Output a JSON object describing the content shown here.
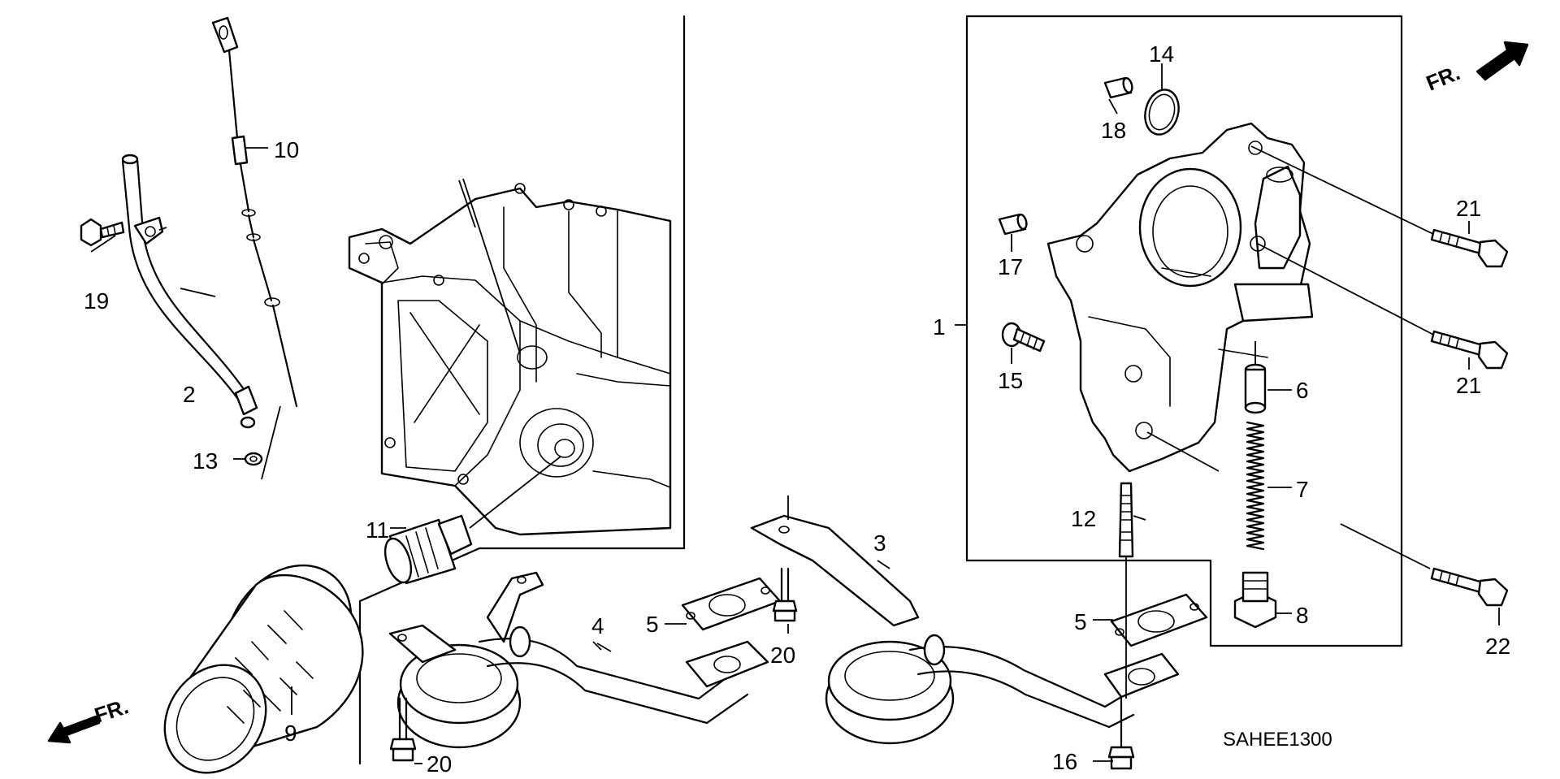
{
  "diagram": {
    "code": "SAHEE1300",
    "front_indicator": "FR.",
    "callouts": [
      {
        "id": "c1",
        "label": "1"
      },
      {
        "id": "c2",
        "label": "2"
      },
      {
        "id": "c3",
        "label": "3"
      },
      {
        "id": "c4",
        "label": "4"
      },
      {
        "id": "c5a",
        "label": "5"
      },
      {
        "id": "c5b",
        "label": "5"
      },
      {
        "id": "c6",
        "label": "6"
      },
      {
        "id": "c7",
        "label": "7"
      },
      {
        "id": "c8",
        "label": "8"
      },
      {
        "id": "c9",
        "label": "9"
      },
      {
        "id": "c10",
        "label": "10"
      },
      {
        "id": "c11",
        "label": "11"
      },
      {
        "id": "c12",
        "label": "12"
      },
      {
        "id": "c13",
        "label": "13"
      },
      {
        "id": "c14",
        "label": "14"
      },
      {
        "id": "c15",
        "label": "15"
      },
      {
        "id": "c16",
        "label": "16"
      },
      {
        "id": "c17",
        "label": "17"
      },
      {
        "id": "c18",
        "label": "18"
      },
      {
        "id": "c19",
        "label": "19"
      },
      {
        "id": "c20a",
        "label": "20"
      },
      {
        "id": "c20b",
        "label": "20"
      },
      {
        "id": "c21a",
        "label": "21"
      },
      {
        "id": "c21b",
        "label": "21"
      },
      {
        "id": "c22",
        "label": "22"
      }
    ]
  }
}
